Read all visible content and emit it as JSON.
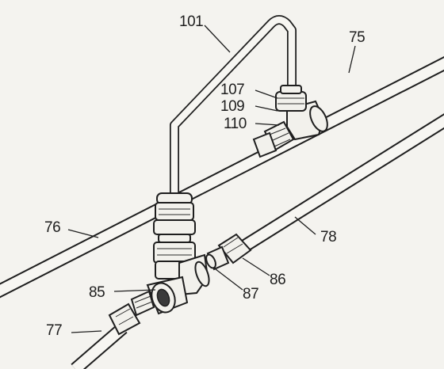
{
  "callouts": {
    "c101": "101",
    "c75": "75",
    "c107": "107",
    "c109": "109",
    "c110": "110",
    "c76": "76",
    "c78": "78",
    "c85": "85",
    "c86": "86",
    "c87": "87",
    "c77": "77"
  },
  "colors": {
    "ink": "#1e1e1e",
    "paper": "#f4f3ef"
  }
}
